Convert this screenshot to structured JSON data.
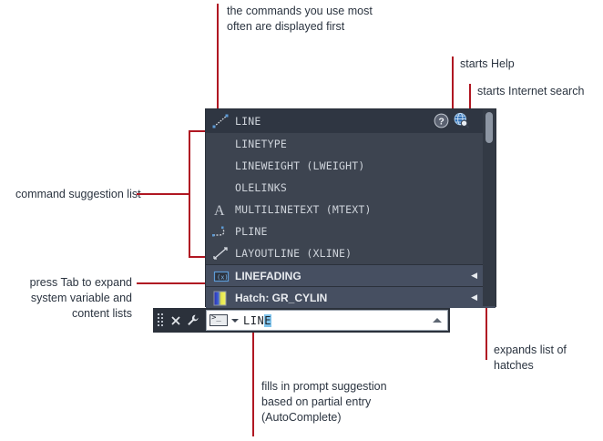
{
  "annotations": {
    "top_commands": "the commands you use most\noften are displayed first",
    "help": "starts Help",
    "internet_search": "starts Internet search",
    "command_list": "command suggestion list",
    "tab_expand": "press Tab to expand\nsystem variable and\ncontent lists",
    "expands_hatches": "expands list of\nhatches",
    "autocomplete": "fills in prompt suggestion\nbased on partial entry\n(AutoComplete)"
  },
  "suggestion_panel": {
    "header_buttons": [
      {
        "name": "help-icon",
        "tooltip": "starts Help"
      },
      {
        "name": "internet-search-icon",
        "tooltip": "starts Internet search"
      }
    ],
    "items": [
      {
        "label": "LINE",
        "icon": "line-icon",
        "highlighted": false,
        "first": true,
        "expandable": false
      },
      {
        "label": "LINETYPE",
        "icon": "none",
        "highlighted": false,
        "first": false,
        "expandable": false
      },
      {
        "label": "LINEWEIGHT (LWEIGHT)",
        "icon": "none",
        "highlighted": false,
        "first": false,
        "expandable": false
      },
      {
        "label": "OLELINKS",
        "icon": "none",
        "highlighted": false,
        "first": false,
        "expandable": false
      },
      {
        "label": "MULTILINETEXT (MTEXT)",
        "icon": "mtext-icon",
        "highlighted": false,
        "first": false,
        "expandable": false
      },
      {
        "label": "PLINE",
        "icon": "pline-icon",
        "highlighted": false,
        "first": false,
        "expandable": false
      },
      {
        "label": "LAYOUTLINE (XLINE)",
        "icon": "xline-icon",
        "highlighted": false,
        "first": false,
        "expandable": false
      },
      {
        "label": "LINEFADING",
        "icon": "sysvar-icon",
        "highlighted": true,
        "first": false,
        "expandable": true
      },
      {
        "label": "Hatch: GR_CYLIN",
        "icon": "hatch-icon",
        "highlighted": true,
        "first": false,
        "expandable": true
      }
    ],
    "expand_arrow_glyph": "◀",
    "scrollbar": {
      "position": "top"
    }
  },
  "command_line": {
    "buttons": [
      {
        "name": "grip-handle"
      },
      {
        "name": "close-icon",
        "glyph": "✕"
      },
      {
        "name": "customize-wrench-icon"
      }
    ],
    "input": {
      "prompt_icon": "console-prompt-icon",
      "typed_text": "LIN",
      "autocompleted_text": "E",
      "full_value": "LINE"
    },
    "expand_history_glyph": "▲"
  },
  "colors": {
    "panel_bg": "#3d4450",
    "panel_first_row_bg": "#2f3642",
    "highlight_bg": "#464f61",
    "leader_red": "#b01722",
    "text_dark": "#2b3440",
    "item_text": "#cfd4db",
    "selection_blue": "#7fc3ec"
  }
}
